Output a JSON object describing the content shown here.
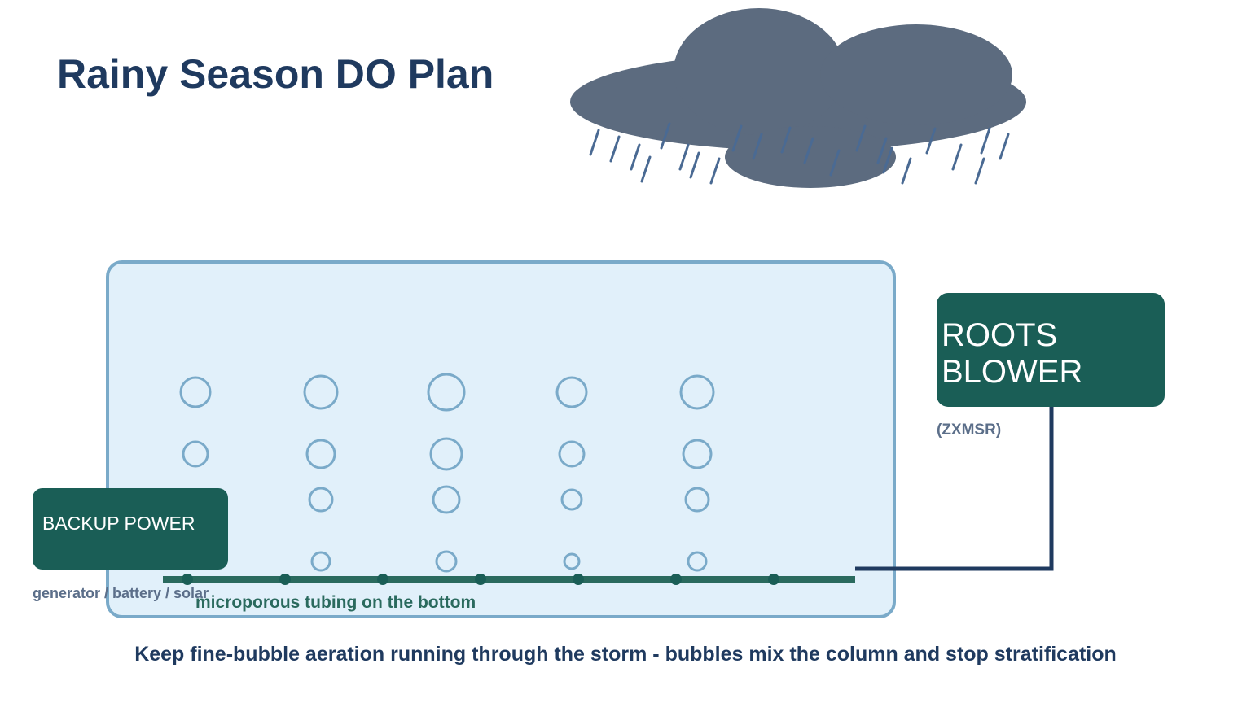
{
  "title": "Rainy Season DO Plan",
  "blower": {
    "label": "ROOTS BLOWER",
    "model": "(ZXMSR)"
  },
  "backup": {
    "label": "BACKUP POWER",
    "sources": "generator / battery / solar"
  },
  "tubing": {
    "label": "microporous tubing on the bottom"
  },
  "caption": "Keep fine-bubble aeration running through the storm - bubbles mix the column and stop stratification",
  "colors": {
    "title": "#1f3a5f",
    "box_fill": "#1a5e56",
    "pond_fill": "#e1f0fa",
    "pond_border": "#7aaac9",
    "cloud": "#5c6b7f",
    "rain": "#4a6a93",
    "pipe": "#1f3a5f",
    "tubing": "#2a6a5e"
  },
  "icons": [
    "rain-cloud-icon",
    "air-bubble-icon"
  ]
}
